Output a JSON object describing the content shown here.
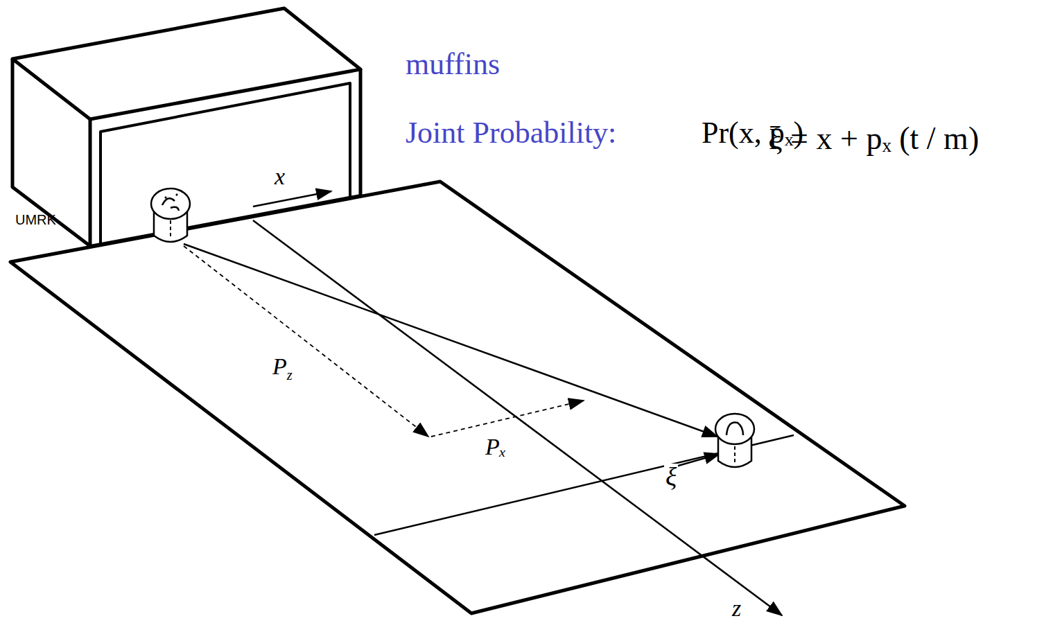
{
  "diagram": {
    "nodes": [
      {
        "text": [
          "UMRK"
        ]
      }
    ],
    "labels": [
      "muffins",
      "Joint Probability:",
      "Pr(x, pₓ)",
      "x",
      "Pz",
      "Pₓ",
      "ξ = x + pₓ (t / m)",
      "ξ",
      "z"
    ]
  }
}
